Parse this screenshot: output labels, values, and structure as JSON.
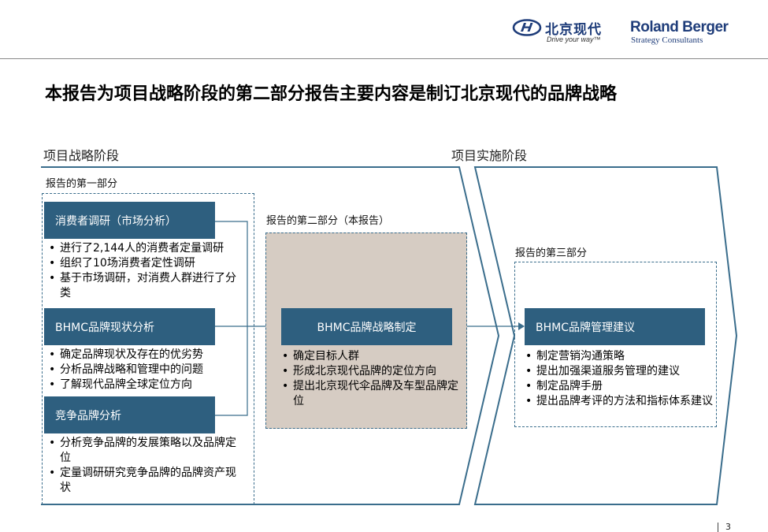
{
  "header": {
    "hyundai_name": "北京现代",
    "hyundai_tagline": "Drive your way™",
    "partner_name": "Roland Berger",
    "partner_tagline": "Strategy Consultants"
  },
  "title": "本报告为项目战略阶段的第二部分报告主要内容是制订北京现代的品牌战略",
  "phases": {
    "strategy": "项目战略阶段",
    "implementation": "项目实施阶段"
  },
  "part1": {
    "label": "报告的第一部分",
    "blocks": [
      {
        "title": "消费者调研（市场分析）",
        "bullets": [
          "进行了2,144人的消费者定量调研",
          "组织了10场消费者定性调研",
          "基于市场调研，对消费人群进行了分类"
        ]
      },
      {
        "title": "BHMC品牌现状分析",
        "bullets": [
          "确定品牌现状及存在的优劣势",
          "分析品牌战略和管理中的问题",
          "了解现代品牌全球定位方向"
        ]
      },
      {
        "title": "竞争品牌分析",
        "bullets": [
          "分析竞争品牌的发展策略以及品牌定位",
          "定量调研研究竞争品牌的品牌资产现状"
        ]
      }
    ]
  },
  "part2": {
    "label": "报告的第二部分（本报告）",
    "title": "BHMC品牌战略制定",
    "bullets": [
      "确定目标人群",
      "形成北京现代品牌的定位方向",
      "提出北京现代伞品牌及车型品牌定位"
    ]
  },
  "part3": {
    "label": "报告的第三部分",
    "title": "BHMC品牌管理建议",
    "bullets": [
      "制定营销沟通策略",
      "提出加强渠道服务管理的建议",
      "制定品牌手册",
      "提出品牌考评的方法和指标体系建议"
    ]
  },
  "footer": {
    "page": "3"
  },
  "colors": {
    "box": "#2e5f7f",
    "line": "#3a6d8c",
    "part2_bg": "#d6ccc3"
  }
}
